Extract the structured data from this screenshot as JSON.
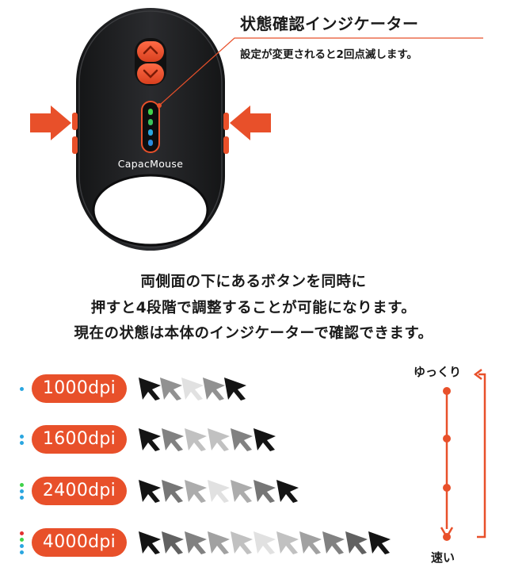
{
  "product": {
    "brand_label": "CapacMouse"
  },
  "callout": {
    "title": "状態確認インジケーター",
    "subtitle": "設定が変更されると2回点滅します。"
  },
  "description": {
    "line1": "両側面の下にあるボタンを同時に",
    "line2": "押すと4段階で調整することが可能になります。",
    "line3": "現在の状態は本体のインジケーターで確認できます。"
  },
  "colors": {
    "accent": "#e8502a",
    "mouse_body": "#1f2022",
    "led_blue": "#2aa6e0",
    "led_green": "#3fd24a",
    "led_red": "#e23030"
  },
  "dpi_levels": [
    {
      "label": "1000dpi",
      "indicator_dots": [
        "blue"
      ],
      "cursor_count": 5
    },
    {
      "label": "1600dpi",
      "indicator_dots": [
        "blue",
        "blue"
      ],
      "cursor_count": 6
    },
    {
      "label": "2400dpi",
      "indicator_dots": [
        "green",
        "blue",
        "blue"
      ],
      "cursor_count": 7
    },
    {
      "label": "4000dpi",
      "indicator_dots": [
        "red",
        "green",
        "blue",
        "blue"
      ],
      "cursor_count": 11
    }
  ],
  "speed_scale": {
    "slow_label": "ゆっくり",
    "fast_label": "速い",
    "steps": 4
  }
}
